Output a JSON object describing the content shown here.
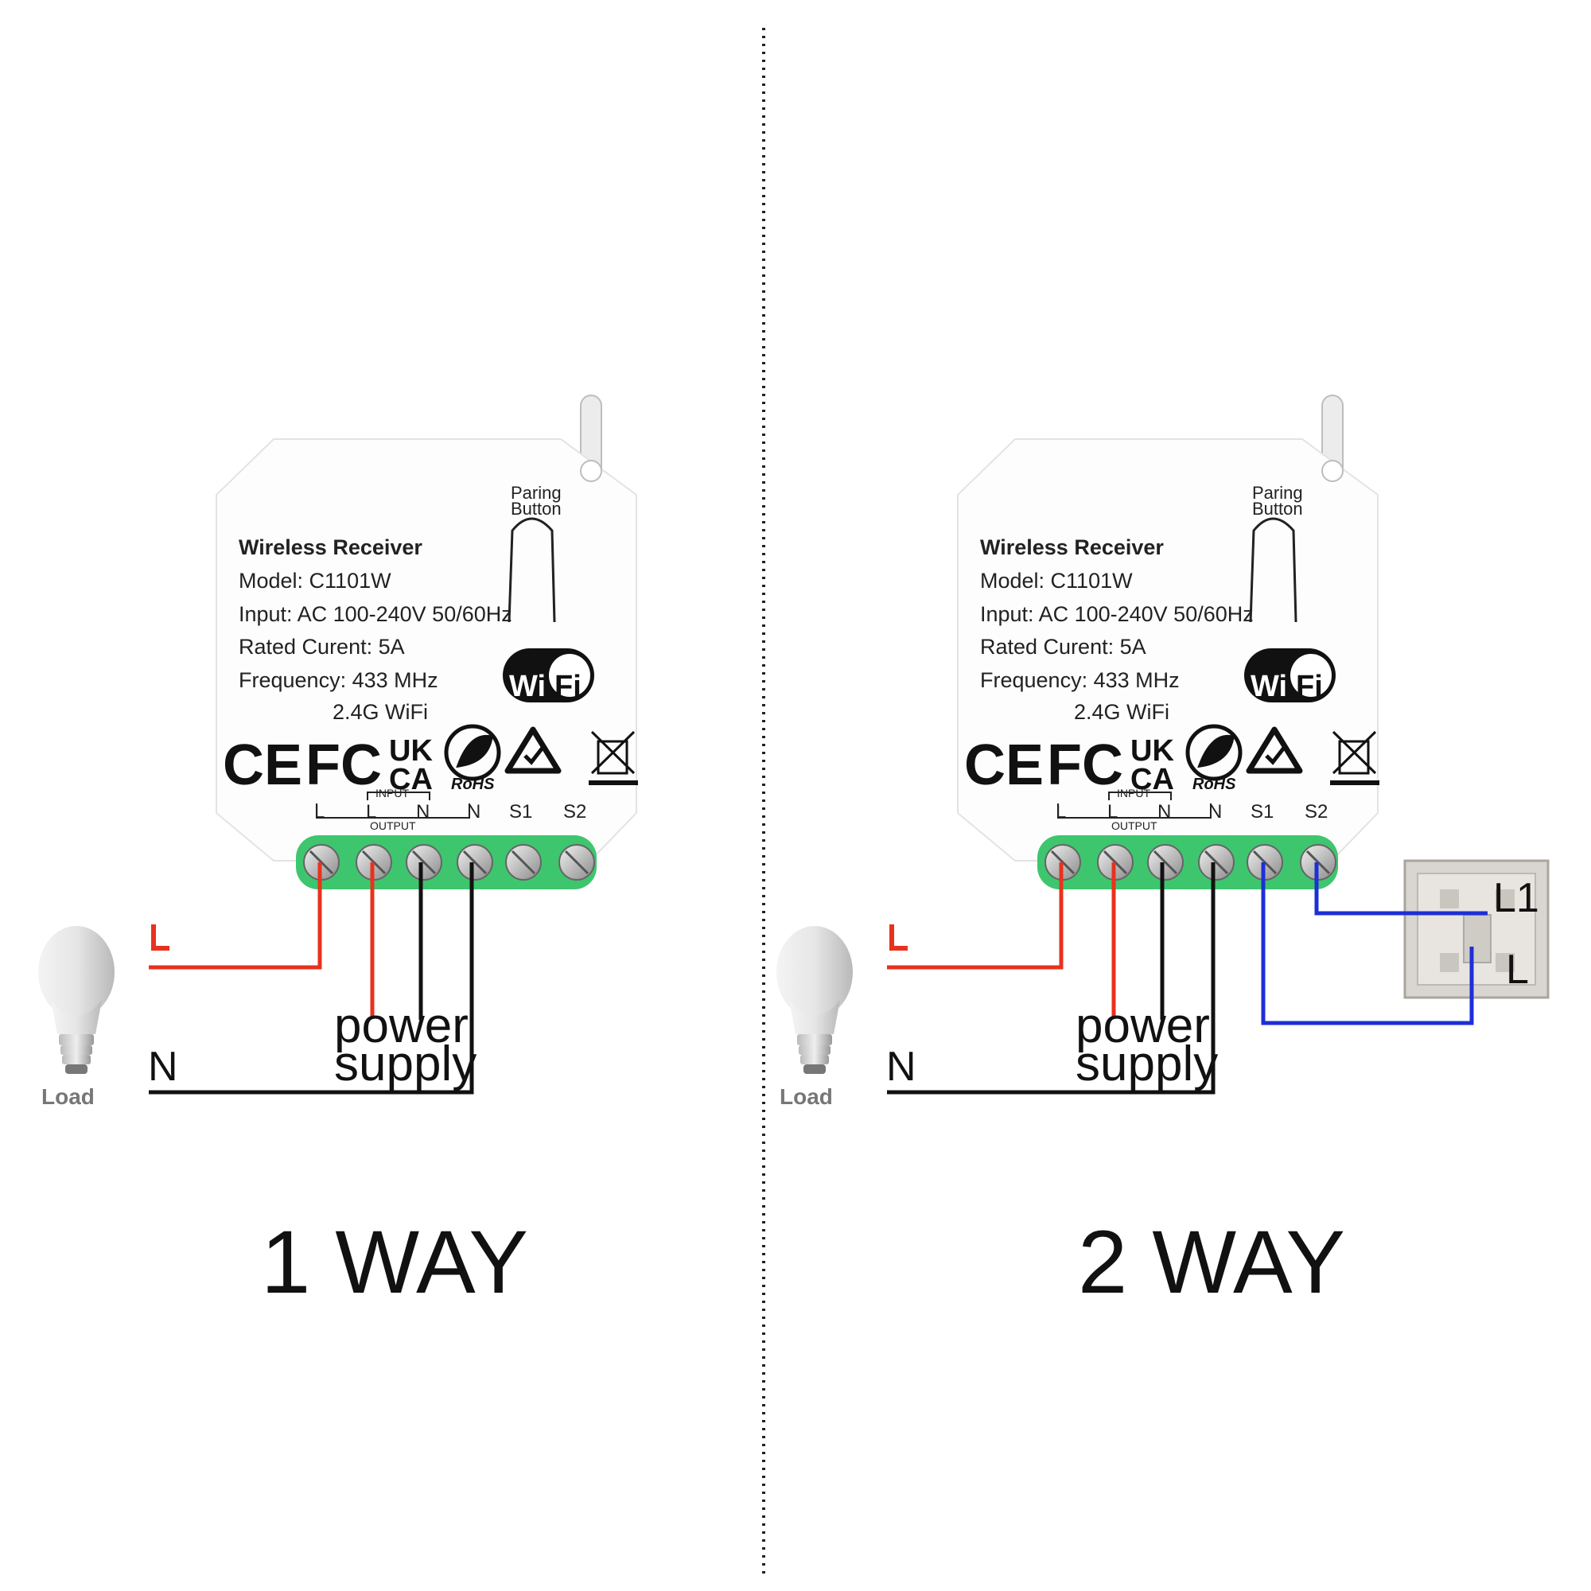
{
  "panels": [
    {
      "id": "one-way",
      "title": "1 WAY",
      "device": {
        "name": "Wireless Receiver",
        "model": "Model: C1101W",
        "input": "Input:  AC 100-240V 50/60Hz",
        "current": "Rated Curent: 5A",
        "frequency": "Frequency: 433 MHz",
        "wifi_band": "2.4G WiFi",
        "pairing_button": [
          "Paring",
          "Button"
        ],
        "wifi_logo": [
          "Wi",
          "Fi"
        ],
        "certifications": [
          "CE",
          "FC",
          "UK",
          "CA",
          "RoHS"
        ],
        "terminals": [
          "L",
          "L",
          "N",
          "N",
          "S1",
          "S2"
        ],
        "input_bracket": "INPUT",
        "output_bracket": "OUTPUT"
      },
      "wires": {
        "line": "L",
        "neutral": "N",
        "supply": [
          "power",
          "supply"
        ]
      },
      "load_label": "Load"
    },
    {
      "id": "two-way",
      "title": "2 WAY",
      "device": {
        "name": "Wireless Receiver",
        "model": "Model: C1101W",
        "input": "Input:  AC 100-240V 50/60Hz",
        "current": "Rated Curent: 5A",
        "frequency": "Frequency: 433 MHz",
        "wifi_band": "2.4G WiFi",
        "pairing_button": [
          "Paring",
          "Button"
        ],
        "wifi_logo": [
          "Wi",
          "Fi"
        ],
        "certifications": [
          "CE",
          "FC",
          "UK",
          "CA",
          "RoHS"
        ],
        "terminals": [
          "L",
          "L",
          "N",
          "N",
          "S1",
          "S2"
        ],
        "input_bracket": "INPUT",
        "output_bracket": "OUTPUT"
      },
      "wires": {
        "line": "L",
        "neutral": "N",
        "supply": [
          "power",
          "supply"
        ]
      },
      "load_label": "Load",
      "switch": {
        "terminal_top": "L1",
        "terminal_bottom": "L"
      }
    }
  ],
  "colors": {
    "live": "#e8321e",
    "neutral": "#111111",
    "switch_wire": "#1d2fd6",
    "terminal_block": "#3ec66e"
  }
}
